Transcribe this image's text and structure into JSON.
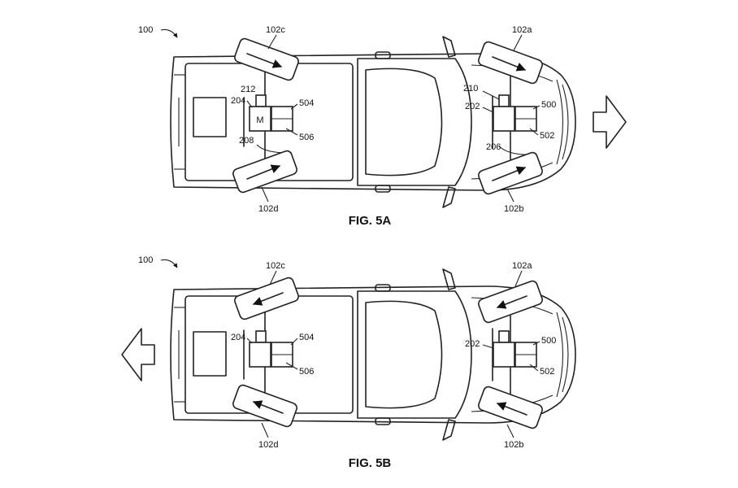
{
  "figures": [
    {
      "caption": "FIG. 5A",
      "ref_system": "100",
      "wheels": {
        "front_left": "102a",
        "front_right": "102b",
        "rear_left": "102c",
        "rear_right": "102d"
      },
      "front_steering": {
        "actuator": "202",
        "box_a": "500",
        "box_b": "502",
        "tie_rod": "206",
        "top": "210"
      },
      "rear_steering": {
        "actuator": "204",
        "box_a": "504",
        "box_b": "506",
        "link": "208",
        "top": "212",
        "motor": "M"
      },
      "travel_direction": "forward"
    },
    {
      "caption": "FIG. 5B",
      "ref_system": "100",
      "wheels": {
        "front_left": "102a",
        "front_right": "102b",
        "rear_left": "102c",
        "rear_right": "102d"
      },
      "front_steering": {
        "actuator": "202",
        "box_a": "500",
        "box_b": "502"
      },
      "rear_steering": {
        "actuator": "204",
        "box_a": "504",
        "box_b": "506"
      },
      "travel_direction": "reverse"
    }
  ]
}
